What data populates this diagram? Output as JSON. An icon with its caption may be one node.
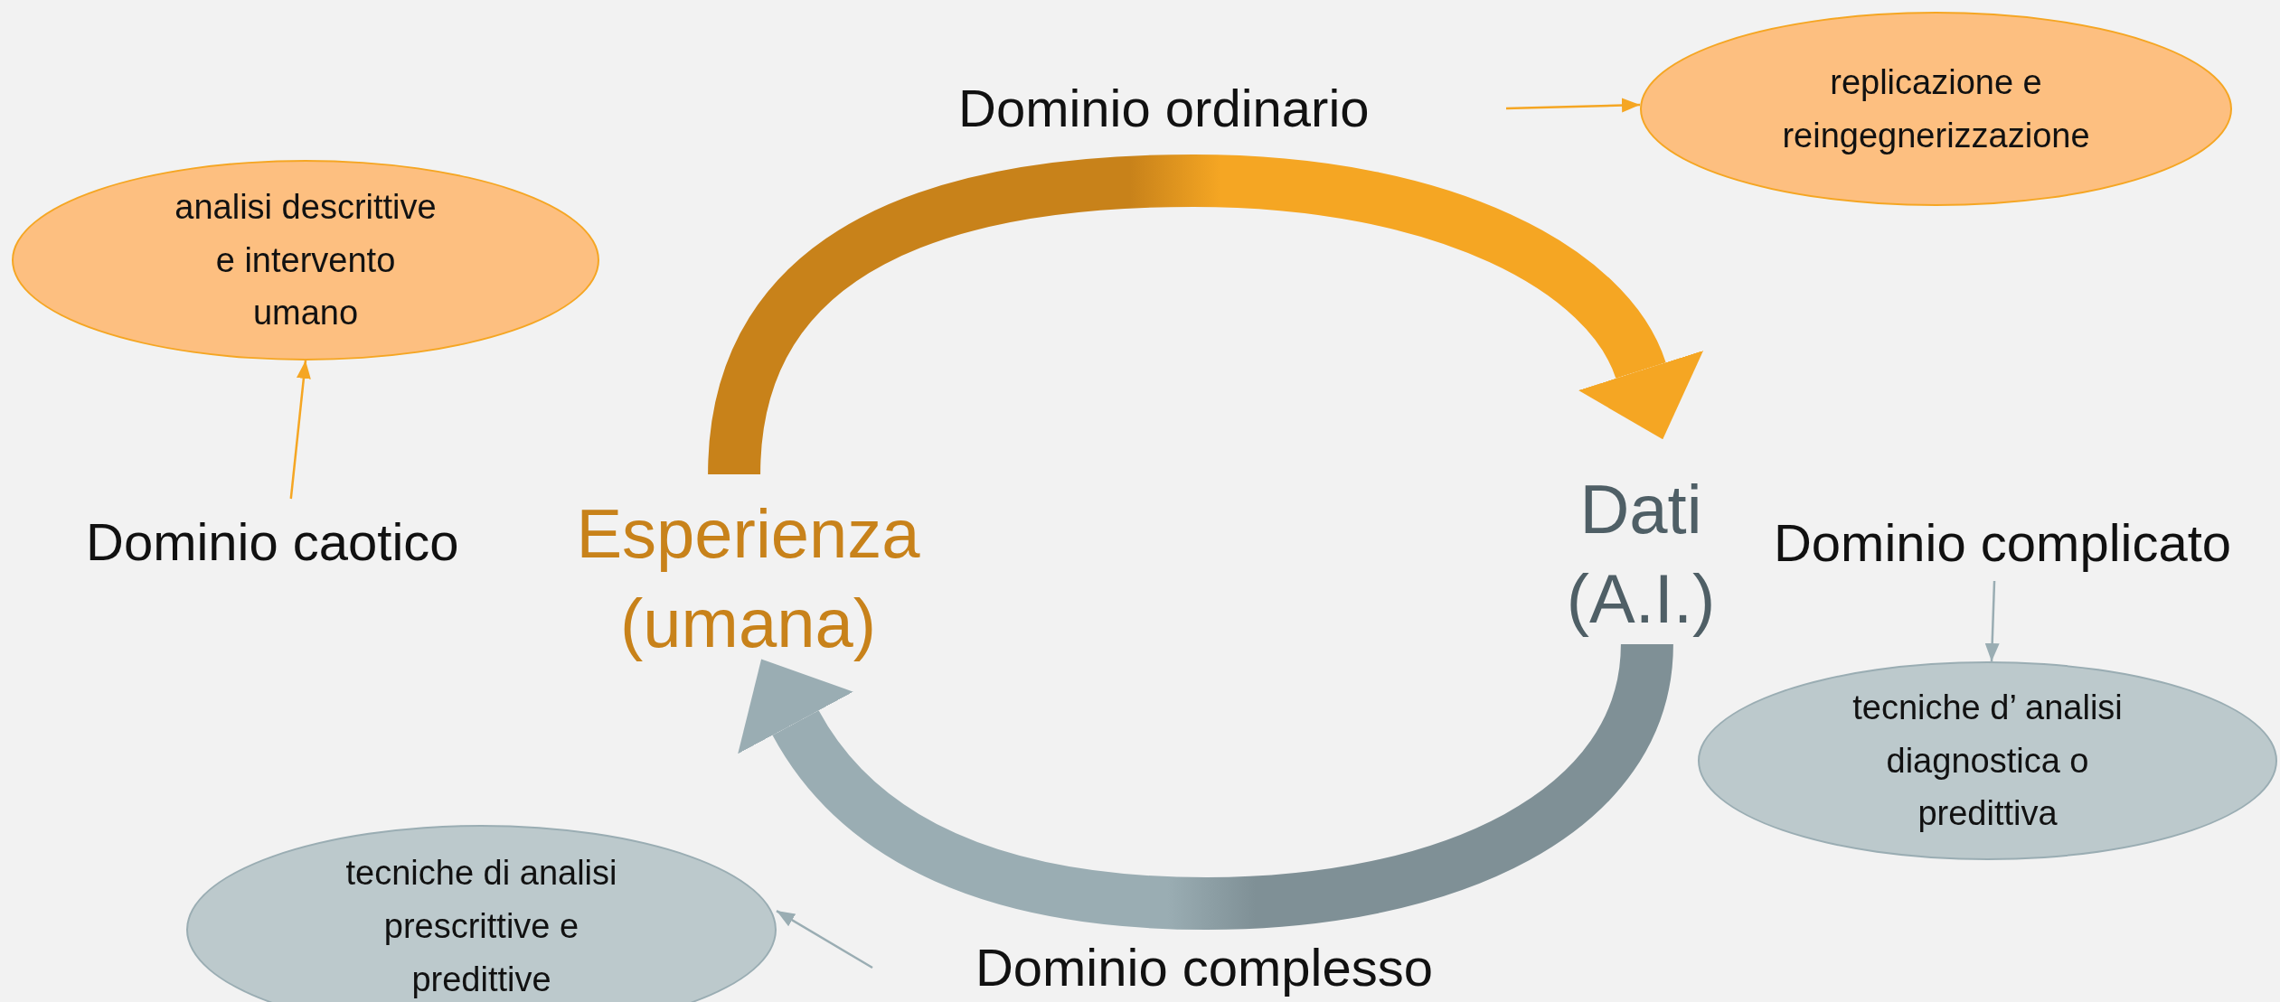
{
  "diagram": {
    "nodes": [
      {
        "text": [
          "Dominio ordinario"
        ]
      },
      {
        "text": [
          "replicazione e reingegnerizzazione"
        ]
      },
      {
        "text": [
          "analisi descrittive e intervento umano"
        ]
      },
      {
        "text": [
          "Esperienza (umana)"
        ]
      },
      {
        "text": [
          "Dati (A.I.)"
        ]
      },
      {
        "text": [
          "Dominio caotico"
        ]
      },
      {
        "text": [
          "Dominio complicato"
        ]
      },
      {
        "text": [
          "tecniche d’ analisi diagnostica o predittiva"
        ]
      },
      {
        "text": [
          "tecniche di analisi prescrittive e predittive"
        ]
      },
      {
        "text": [
          "Dominio complesso"
        ]
      }
    ],
    "edges": [
      {
        "from": 3,
        "to": 4,
        "arrow": "to",
        "style": "thick",
        "color": "#f5a623"
      },
      {
        "from": 4,
        "to": 3,
        "arrow": "to",
        "style": "thick",
        "color": "#9aadb3"
      },
      {
        "from": 0,
        "to": 1,
        "arrow": "to",
        "color": "#f5a623"
      },
      {
        "from": 5,
        "to": 2,
        "arrow": "to",
        "color": "#f5a623"
      },
      {
        "from": 6,
        "to": 7,
        "arrow": "to",
        "color": "#9aadb3"
      },
      {
        "from": 9,
        "to": 8,
        "arrow": "to",
        "color": "#9aadb3"
      }
    ]
  }
}
